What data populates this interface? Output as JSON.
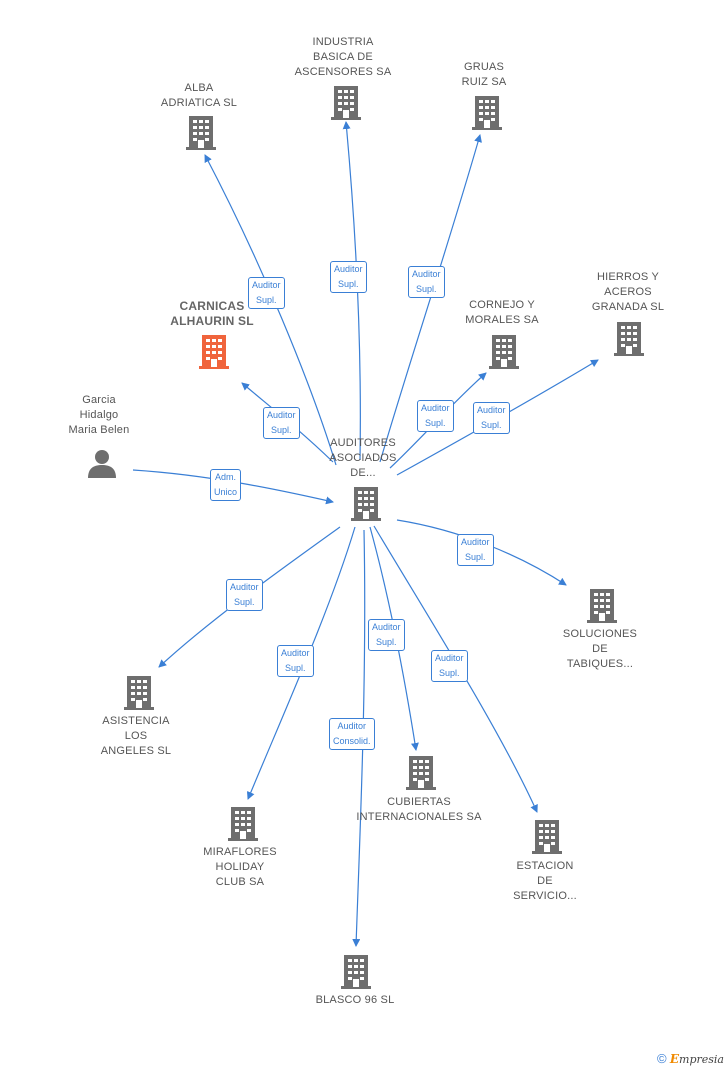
{
  "colors": {
    "edge": "#3a7fd5",
    "building": "#6e6e6e",
    "highlight": "#f0643c",
    "person": "#6e6e6e"
  },
  "nodes": {
    "alba": {
      "label": "ALBA\nADRIATICA SL",
      "icon": "building-icon"
    },
    "industria": {
      "label": "INDUSTRIA\nBASICA DE\nASCENSORES SA",
      "icon": "building-icon"
    },
    "gruas": {
      "label": "GRUAS\nRUIZ SA",
      "icon": "building-icon"
    },
    "hierros": {
      "label": "HIERROS Y\nACEROS\nGRANADA SL",
      "icon": "building-icon"
    },
    "cornejo": {
      "label": "CORNEJO Y\nMORALES SA",
      "icon": "building-icon"
    },
    "carnicas": {
      "label": "CARNICAS\nALHAURIN SL",
      "icon": "building-icon"
    },
    "garcia": {
      "label": "Garcia\nHidalgo\nMaria Belen",
      "icon": "person-icon"
    },
    "auditores": {
      "label": "AUDITORES\nASOCIADOS\nDE...",
      "icon": "building-icon"
    },
    "soluciones": {
      "label": "SOLUCIONES\nDE\nTABIQUES...",
      "icon": "building-icon"
    },
    "asistencia": {
      "label": "ASISTENCIA\nLOS\nANGELES SL",
      "icon": "building-icon"
    },
    "cubiertas": {
      "label": "CUBIERTAS\nINTERNACIONALES SA",
      "icon": "building-icon"
    },
    "miraflores": {
      "label": "MIRAFLORES\nHOLIDAY\nCLUB SA",
      "icon": "building-icon"
    },
    "estacion": {
      "label": "ESTACION\nDE\nSERVICIO...",
      "icon": "building-icon"
    },
    "blasco": {
      "label": "BLASCO 96 SL",
      "icon": "building-icon"
    }
  },
  "edges": {
    "alba": "Auditor\nSupl.",
    "industria": "Auditor\nSupl.",
    "gruas": "Auditor\nSupl.",
    "carnicas": "Auditor\nSupl.",
    "cornejo": "Auditor\nSupl.",
    "hierros": "Auditor\nSupl.",
    "garcia": "Adm.\nUnico",
    "soluciones": "Auditor\nSupl.",
    "asistencia": "Auditor\nSupl.",
    "miraflores": "Auditor\nSupl.",
    "cubiertas": "Auditor\nSupl.",
    "estacion": "Auditor\nSupl.",
    "blasco": "Auditor\nConsolid."
  },
  "footer": {
    "copyright": "©",
    "brand_initial": "E",
    "brand_rest": "mpresia"
  }
}
